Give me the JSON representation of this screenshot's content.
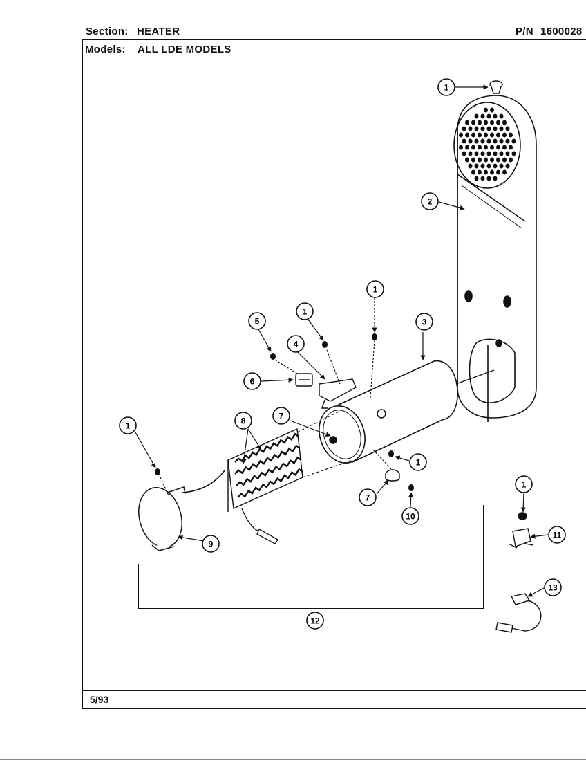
{
  "header": {
    "section_label": "Section:",
    "section_value": "HEATER",
    "pn_label": "P/N",
    "pn_value": "1600028",
    "models_label": "Models:",
    "models_value": "ALL LDE MODELS"
  },
  "footer": {
    "date": "5/93"
  },
  "callouts": {
    "c1a": "1",
    "c2": "2",
    "c1b": "1",
    "c3": "3",
    "c1c": "1",
    "c5": "5",
    "c4": "4",
    "c6": "6",
    "c8": "8",
    "c7a": "7",
    "c1d": "1",
    "c1e": "1",
    "c7b": "7",
    "c10": "10",
    "c1f": "1",
    "c11": "11",
    "c9": "9",
    "c13": "13",
    "c12": "12"
  }
}
